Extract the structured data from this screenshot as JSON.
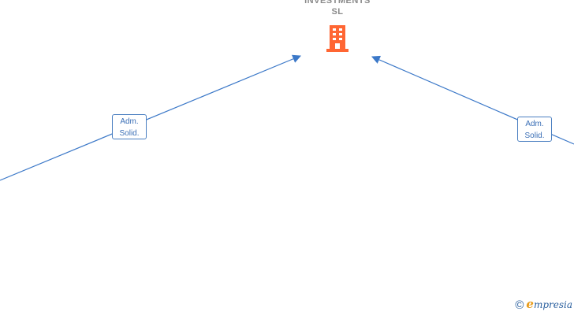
{
  "company": {
    "name_line1": "INVESTMENTS",
    "name_line2": "SL",
    "icon": "building-icon",
    "icon_color": "#ff6633"
  },
  "edges": [
    {
      "from": "left-offscreen-entity",
      "to": "company",
      "role_line1": "Adm.",
      "role_line2": "Solid."
    },
    {
      "from": "right-offscreen-entity",
      "to": "company",
      "role_line1": "Adm.",
      "role_line2": "Solid."
    }
  ],
  "colors": {
    "edge": "#3b78c8",
    "label_text": "#3b6fb6"
  },
  "footer": {
    "copyright_symbol": "©",
    "brand_initial": "e",
    "brand_rest": "mpresia"
  }
}
